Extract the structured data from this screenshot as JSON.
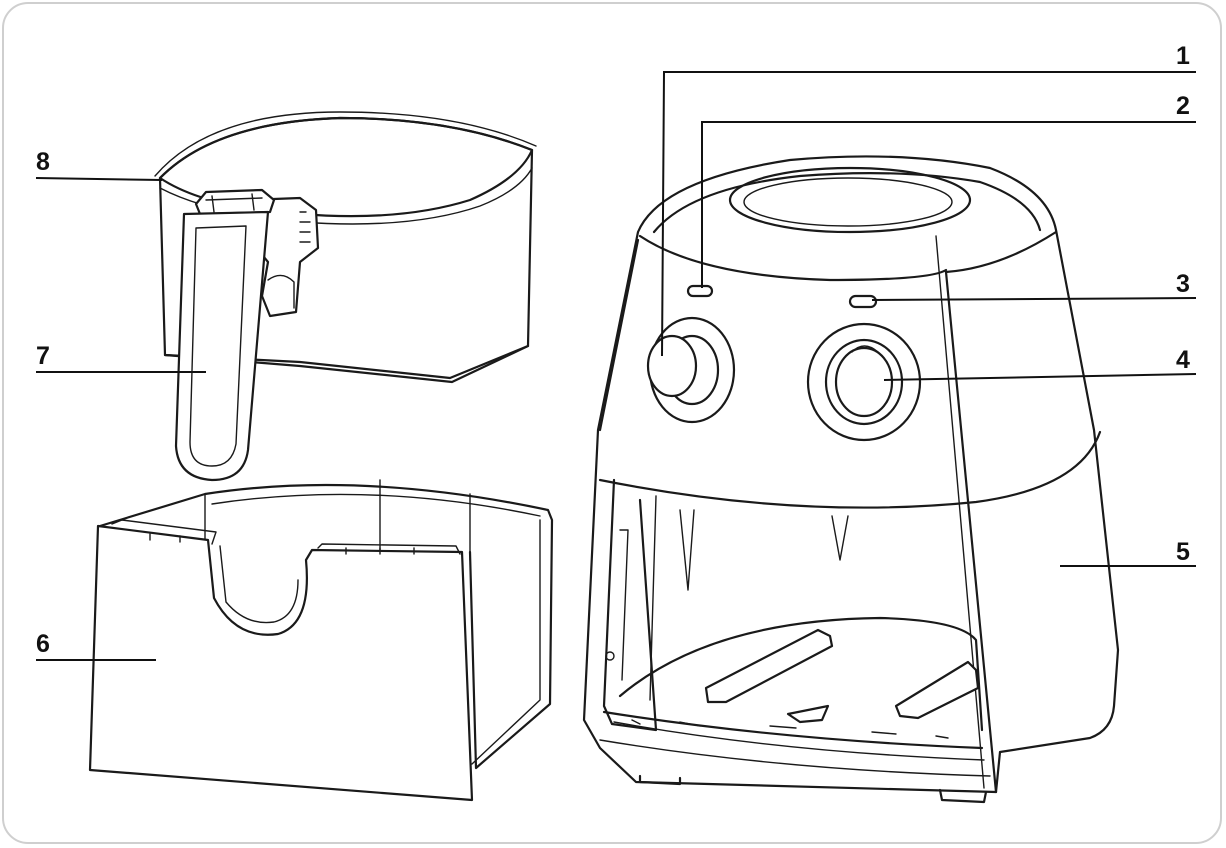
{
  "diagram": {
    "callouts": [
      {
        "id": "1",
        "label": "1"
      },
      {
        "id": "2",
        "label": "2"
      },
      {
        "id": "3",
        "label": "3"
      },
      {
        "id": "4",
        "label": "4"
      },
      {
        "id": "5",
        "label": "5"
      },
      {
        "id": "6",
        "label": "6"
      },
      {
        "id": "7",
        "label": "7"
      },
      {
        "id": "8",
        "label": "8"
      }
    ],
    "parts": [
      {
        "id": "mesh-basket",
        "icon": "mesh-basket-icon"
      },
      {
        "id": "basket-handle",
        "icon": "handle-icon"
      },
      {
        "id": "drawer-pan",
        "icon": "pan-icon"
      },
      {
        "id": "air-fryer-body",
        "icon": "air-fryer-icon"
      }
    ],
    "colors": {
      "line": "#1a1a1a",
      "frame": "#cfcfcf",
      "background": "#ffffff"
    }
  }
}
